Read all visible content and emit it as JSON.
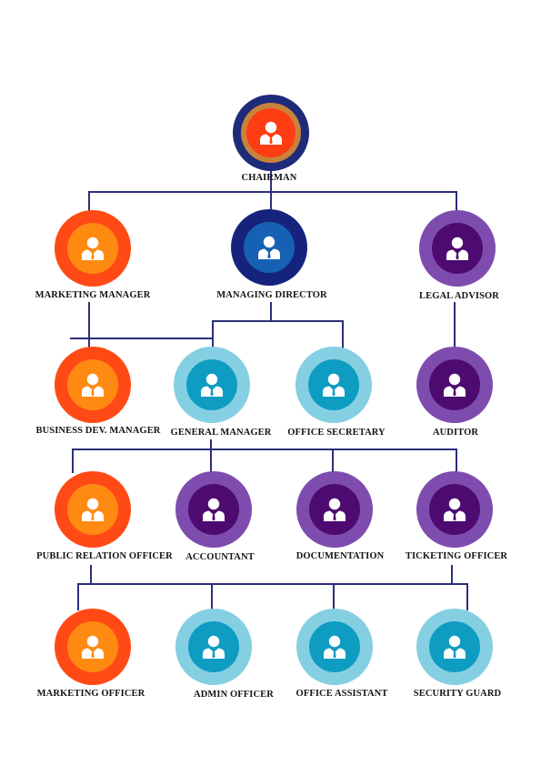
{
  "chart": {
    "line_color": "#2a2f7a",
    "avatar_color": "#ffffff",
    "themes": {
      "gold": {
        "outer": "#1e2a7a",
        "ring": "#c9823a",
        "inner": "#ff3d12"
      },
      "orange": {
        "outer": "#ff4a16",
        "inner": "#ff8a12"
      },
      "navy": {
        "outer": "#16237d",
        "inner": "#1661b4"
      },
      "purple": {
        "outer": "#7e4cae",
        "inner": "#4d0a70"
      },
      "teal": {
        "outer": "#85cfe2",
        "inner": "#0e9cc2"
      }
    },
    "nodes": [
      {
        "id": "chairman",
        "label": "CHAIRMAN",
        "theme": "gold",
        "icon": "person-icon"
      },
      {
        "id": "marketing-manager",
        "label": "MARKETING MANAGER",
        "theme": "orange",
        "icon": "person-icon"
      },
      {
        "id": "managing-director",
        "label": "MANAGING DIRECTOR",
        "theme": "navy",
        "icon": "person-icon"
      },
      {
        "id": "legal-advisor",
        "label": "LEGAL ADVISOR",
        "theme": "purple",
        "icon": "person-icon"
      },
      {
        "id": "business-dev-manager",
        "label": "BUSINESS DEV. MANAGER",
        "theme": "orange",
        "icon": "person-icon"
      },
      {
        "id": "general-manager",
        "label": "GENERAL MANAGER",
        "theme": "teal",
        "icon": "person-icon"
      },
      {
        "id": "office-secretary",
        "label": "OFFICE SECRETARY",
        "theme": "teal",
        "icon": "person-icon"
      },
      {
        "id": "auditor",
        "label": "AUDITOR",
        "theme": "purple",
        "icon": "person-icon"
      },
      {
        "id": "public-relation-officer",
        "label": "PUBLIC RELATION OFFICER",
        "theme": "orange",
        "icon": "person-icon"
      },
      {
        "id": "accountant",
        "label": "ACCOUNTANT",
        "theme": "purple",
        "icon": "person-icon"
      },
      {
        "id": "documentation",
        "label": "DOCUMENTATION",
        "theme": "purple",
        "icon": "person-icon"
      },
      {
        "id": "ticketing-officer",
        "label": "TICKETING OFFICER",
        "theme": "purple",
        "icon": "person-icon"
      },
      {
        "id": "marketing-officer",
        "label": "MARKETING OFFICER",
        "theme": "orange",
        "icon": "person-icon"
      },
      {
        "id": "admin-officer",
        "label": "ADMIN OFFICER",
        "theme": "teal",
        "icon": "person-icon"
      },
      {
        "id": "office-assistant",
        "label": "OFFICE ASSISTANT",
        "theme": "teal",
        "icon": "person-icon"
      },
      {
        "id": "security-guard",
        "label": "SECURITY GUARD",
        "theme": "teal",
        "icon": "person-icon"
      }
    ],
    "edges": [
      [
        "chairman",
        "marketing-manager"
      ],
      [
        "chairman",
        "managing-director"
      ],
      [
        "chairman",
        "legal-advisor"
      ],
      [
        "marketing-manager",
        "business-dev-manager"
      ],
      [
        "managing-director",
        "business-dev-manager"
      ],
      [
        "managing-director",
        "general-manager"
      ],
      [
        "managing-director",
        "office-secretary"
      ],
      [
        "legal-advisor",
        "auditor"
      ],
      [
        "general-manager",
        "public-relation-officer"
      ],
      [
        "general-manager",
        "accountant"
      ],
      [
        "general-manager",
        "documentation"
      ],
      [
        "general-manager",
        "ticketing-officer"
      ],
      [
        "public-relation-officer",
        "marketing-officer"
      ],
      [
        "public-relation-officer",
        "admin-officer"
      ],
      [
        "ticketing-officer",
        "office-assistant"
      ],
      [
        "ticketing-officer",
        "security-guard"
      ]
    ]
  }
}
